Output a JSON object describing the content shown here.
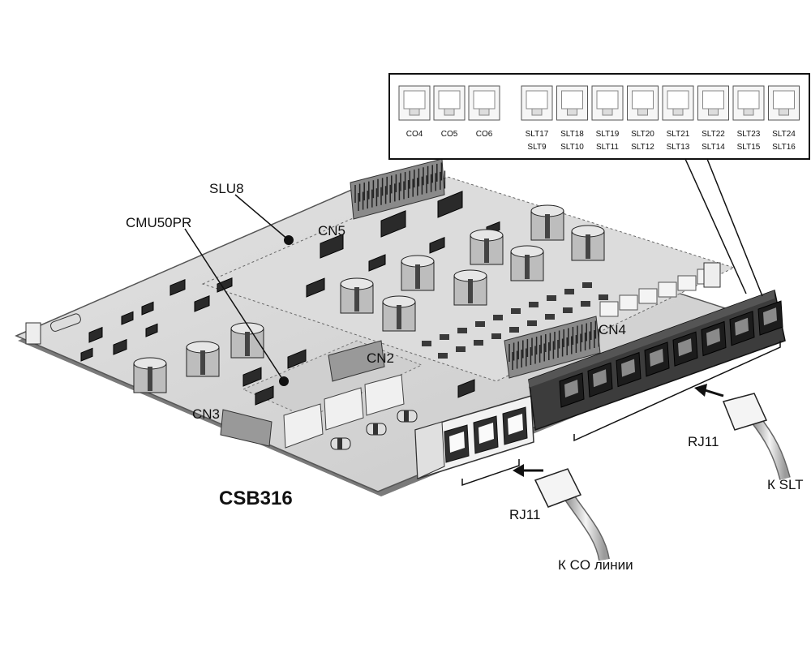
{
  "board": {
    "name": "CSB316",
    "labels": {
      "slu8": "SLU8",
      "cmu50pr": "CMU50PR"
    },
    "connectors": [
      "CN2",
      "CN3",
      "CN4",
      "CN5"
    ]
  },
  "inset": {
    "co_ports": [
      "CO4",
      "CO5",
      "CO6"
    ],
    "slt_ports": [
      {
        "top": "SLT17",
        "bottom": "SLT9"
      },
      {
        "top": "SLT18",
        "bottom": "SLT10"
      },
      {
        "top": "SLT19",
        "bottom": "SLT11"
      },
      {
        "top": "SLT20",
        "bottom": "SLT12"
      },
      {
        "top": "SLT21",
        "bottom": "SLT13"
      },
      {
        "top": "SLT22",
        "bottom": "SLT14"
      },
      {
        "top": "SLT23",
        "bottom": "SLT15"
      },
      {
        "top": "SLT24",
        "bottom": "SLT16"
      }
    ]
  },
  "cables": {
    "co": {
      "plug": "RJ11",
      "target": "К CO линии"
    },
    "slt": {
      "plug": "RJ11",
      "target": "К SLT"
    }
  },
  "colors": {
    "board": "#d6d6d6",
    "board_edge": "#5a5a5a",
    "daughter": "#c8c8c8",
    "jack_dark": "#3c3c3c",
    "line": "#111111"
  }
}
